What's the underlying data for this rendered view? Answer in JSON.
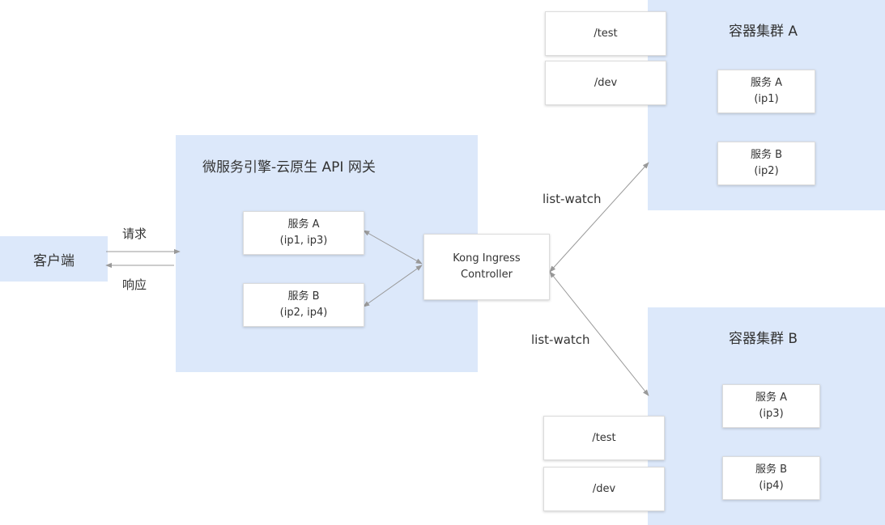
{
  "client": {
    "label": "客户端"
  },
  "request_label": "请求",
  "response_label": "响应",
  "gateway": {
    "title": "微服务引擎-云原生 API 网关",
    "service_a": {
      "name": "服务 A",
      "ips": "(ip1, ip3)"
    },
    "service_b": {
      "name": "服务 B",
      "ips": "(ip2, ip4)"
    }
  },
  "controller": {
    "line1": "Kong Ingress",
    "line2": "Controller"
  },
  "watch_labels": {
    "upper": "list-watch",
    "lower": "list-watch"
  },
  "cluster_a": {
    "title": "容器集群 A",
    "routes": [
      "/test",
      "/dev"
    ],
    "service_a": {
      "name": "服务 A",
      "ips": "(ip1)"
    },
    "service_b": {
      "name": "服务 B",
      "ips": "(ip2)"
    }
  },
  "cluster_b": {
    "title": "容器集群 B",
    "routes": [
      "/test",
      "/dev"
    ],
    "service_a": {
      "name": "服务 A",
      "ips": "(ip3)"
    },
    "service_b": {
      "name": "服务 B",
      "ips": "(ip4)"
    }
  },
  "colors": {
    "region_fill": "#dce8fa",
    "edge": "#999999"
  }
}
